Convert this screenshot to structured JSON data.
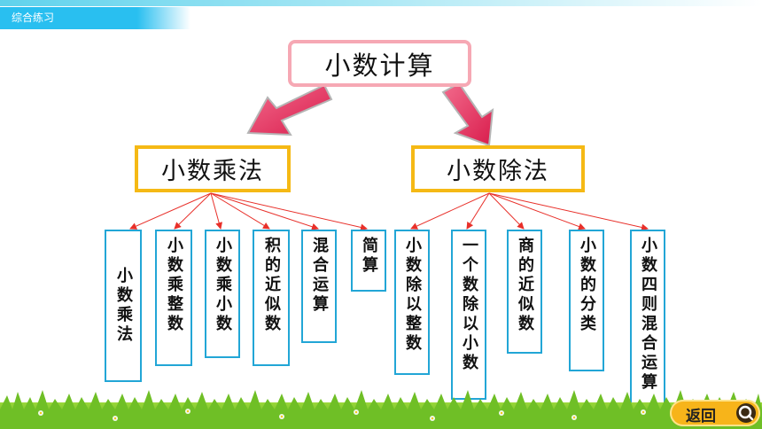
{
  "header": {
    "title": "综合练习"
  },
  "diagram": {
    "root": "小数计算",
    "branches": [
      {
        "label": "小数乘法",
        "leaves": [
          "小数乘法",
          "小数乘整数",
          "小数乘小数",
          "积的近似数",
          "混合运算",
          "简算"
        ]
      },
      {
        "label": "小数除法",
        "leaves": [
          "小数除以整数",
          "一个数除以小数",
          "商的近似数",
          "小数的分类",
          "小数四则混合运算"
        ]
      }
    ]
  },
  "footer": {
    "back_label": "返回"
  },
  "colors": {
    "header_bar": "#29bff0",
    "root_border": "#f6a8b4",
    "branch_border": "#f5b915",
    "leaf_border": "#22a6d6",
    "connector_line": "#e8302a",
    "big_arrow": "#e8466a",
    "back_button": "#f7b41a"
  },
  "icons": [
    "magnifier-icon",
    "big-arrow-icon",
    "grass-strip"
  ]
}
